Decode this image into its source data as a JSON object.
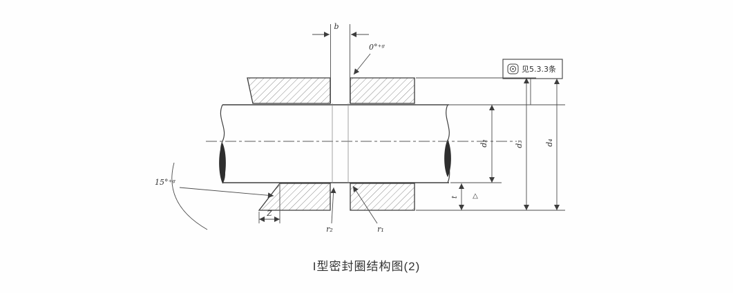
{
  "figure": {
    "caption": "I型密封圈结构图(2)"
  },
  "labels": {
    "b": "b",
    "groove_angle": "0°⁺ᵍ",
    "lead_in_angle": "15°⁺ᵍ",
    "z": "Z",
    "r1": "r₁",
    "r2": "r₂",
    "d2": "d₂",
    "d3": "d₃",
    "d4": "d₄",
    "t": "t",
    "delta": "△"
  },
  "callout": {
    "text": "见5.3.3条"
  },
  "colors": {
    "line": "#3d3d3d",
    "background": "#ffffff",
    "caption": "#333333"
  }
}
